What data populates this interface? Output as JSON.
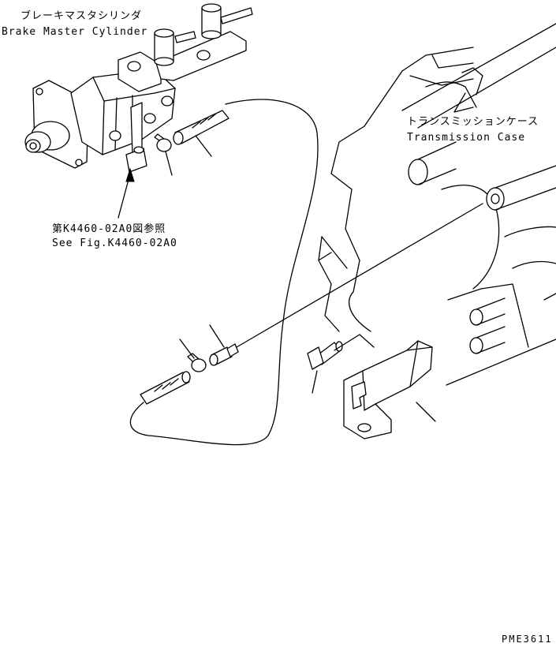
{
  "labels": {
    "master_cylinder_jp": "ブレーキマスタシリンダ",
    "master_cylinder_en": "Brake Master Cylinder",
    "transmission_jp": "トランスミッションケース",
    "transmission_en": "Transmission Case",
    "see_fig_jp": "第K4460-02A0図参照",
    "see_fig_en": "See Fig.K4460-02A0",
    "drawing_code": "PME3611"
  }
}
